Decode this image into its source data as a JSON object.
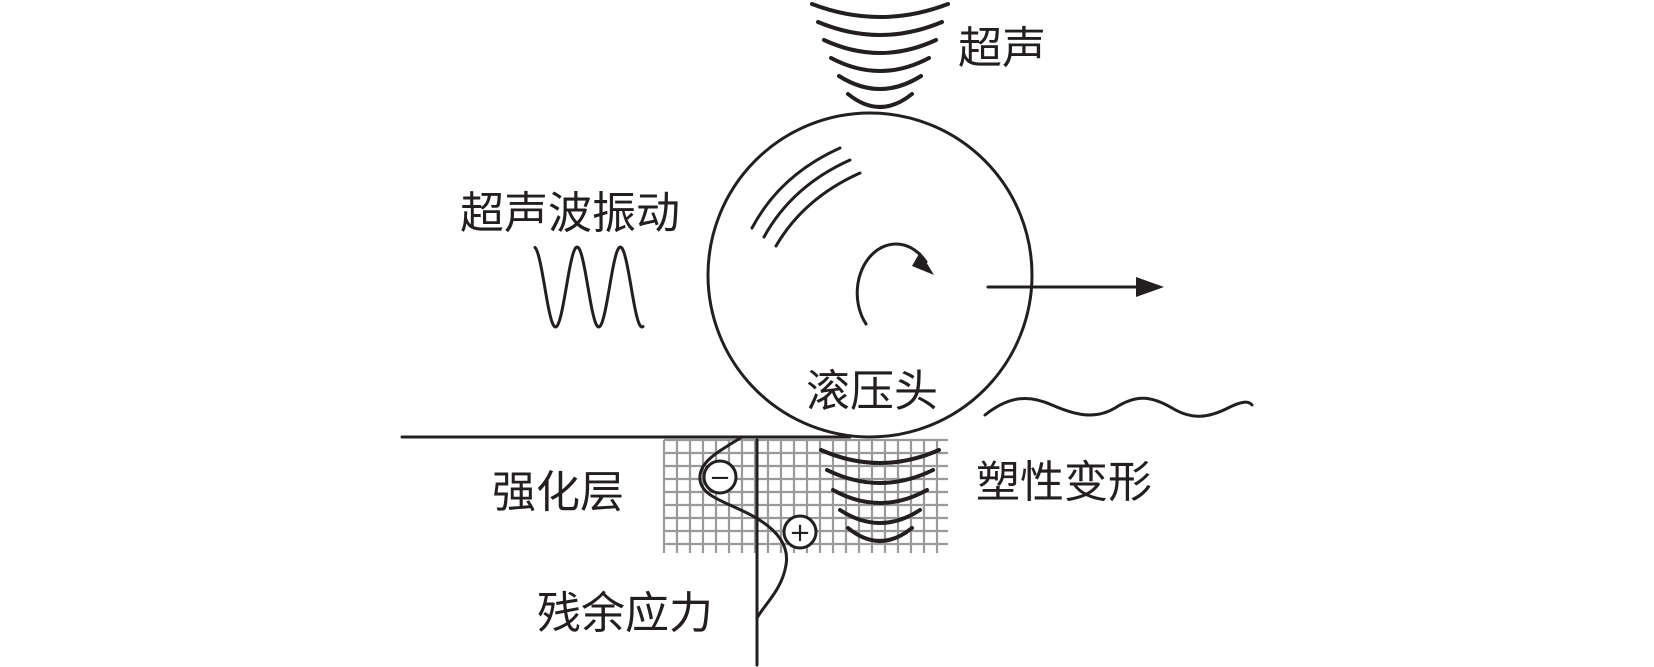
{
  "labels": {
    "ultrasound": "超声",
    "ultrasonic_vibration": "超声波振动",
    "roller_head": "滚压头",
    "strengthened_layer": "强化层",
    "plastic_deformation": "塑性变形",
    "residual_stress": "残余应力"
  },
  "signs": {
    "compressive": "−",
    "tensile": "+"
  },
  "colors": {
    "ink": "#231f20",
    "grid": "#9a9a9a",
    "background": "#ffffff"
  }
}
